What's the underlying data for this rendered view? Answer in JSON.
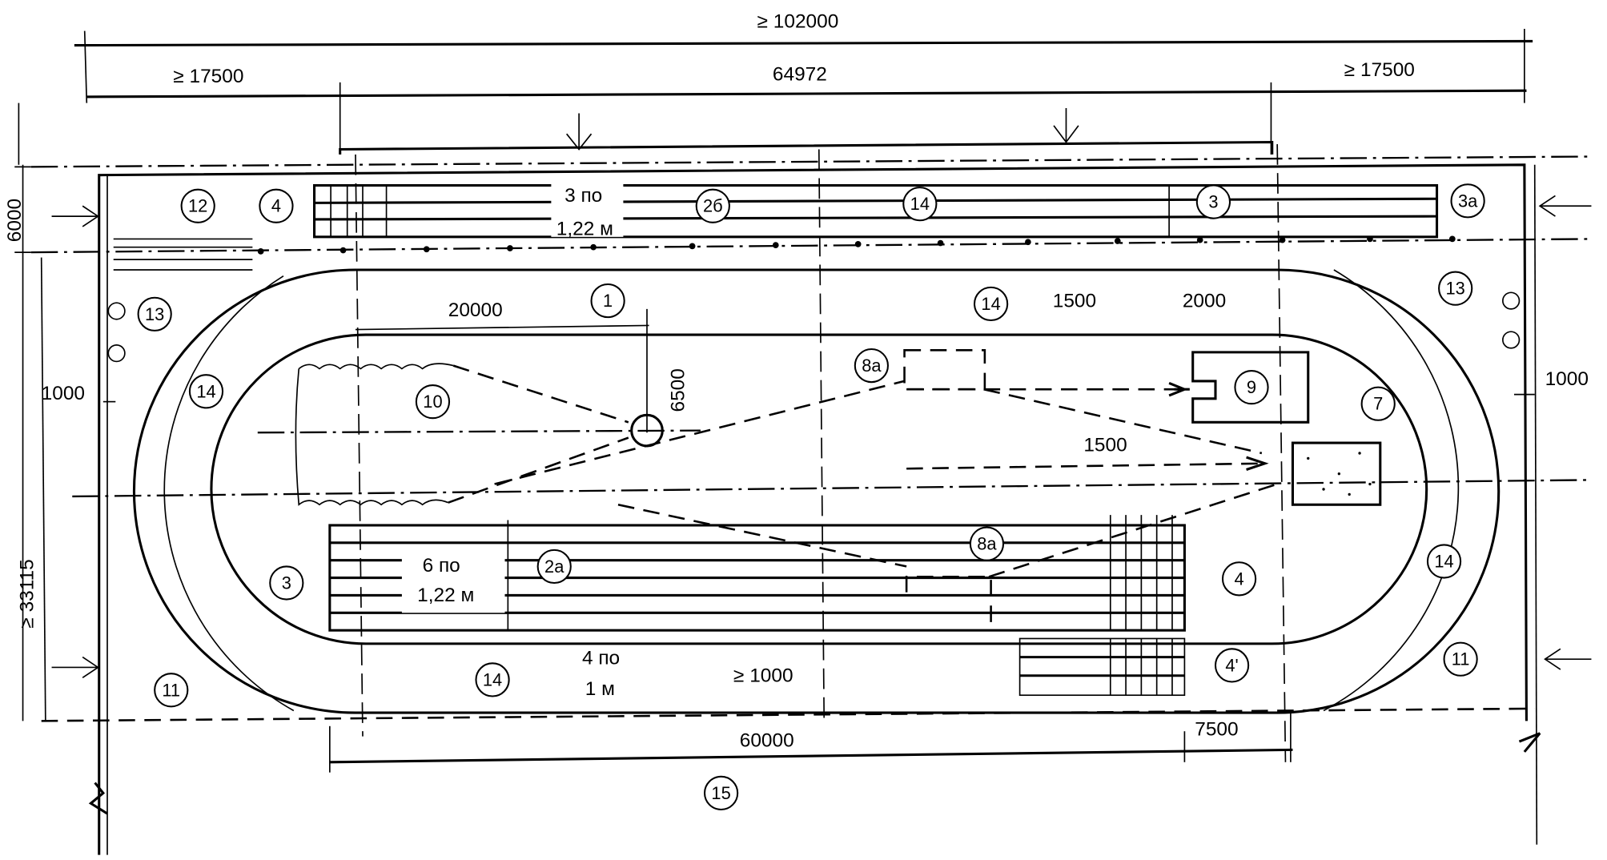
{
  "drawing": {
    "dimensions": {
      "total_length": "≥ 102000",
      "left_zone": "≥ 17500",
      "middle": "64972",
      "right_zone": "≥ 17500",
      "strip_height": "6000",
      "total_width": "≥ 33115",
      "straight_20000": "20000",
      "hammer_6500": "6500",
      "offset_1500_top": "1500",
      "offset_2000": "2000",
      "left_1000": "1000",
      "right_1000": "1000",
      "offset_1500_mid": "1500",
      "gap_1000": "≥ 1000",
      "straight_60000": "60000",
      "runout_7500": "7500"
    },
    "lane_notes": {
      "top_count": "3 по",
      "top_width": "1,22 м",
      "main_count": "6 по",
      "main_width": "1,22 м",
      "lower_count": "4 по",
      "lower_width": "1 м"
    },
    "markers": [
      "12",
      "4",
      "2б",
      "14",
      "3",
      "3а",
      "13",
      "14",
      "1",
      "13",
      "14",
      "10",
      "8а",
      "9",
      "7",
      "3",
      "2а",
      "8а",
      "4",
      "14",
      "11",
      "14",
      "4'",
      "11",
      "15"
    ]
  }
}
